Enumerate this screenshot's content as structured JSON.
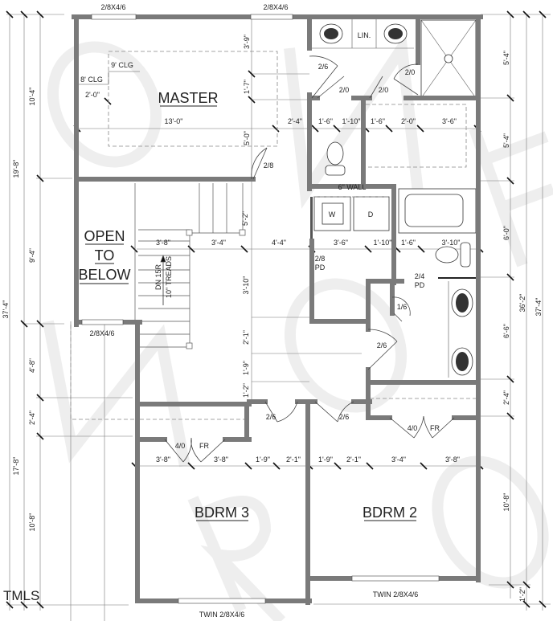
{
  "rooms": {
    "master": "MASTER",
    "open_to_below": [
      "OPEN",
      "TO",
      "BELOW"
    ],
    "bdrm3": "BDRM 3",
    "bdrm2": "BDRM 2",
    "linen": "LIN.",
    "washer": "W",
    "dryer": "D"
  },
  "windows": {
    "master_left": "2/8X4/6",
    "master_right": "2/8X4/6",
    "open_below": "2/8X4/6",
    "bdrm3": "TWIN 2/8X4/6",
    "bdrm2": "TWIN 2/8X4/6"
  },
  "notes": {
    "clg_9": "9' CLG",
    "clg_8": "8' CLG",
    "wall_6": "6\" WALL",
    "stair_dn": "DN 15R",
    "stair_treads": "10\" TREADS",
    "pd": "PD",
    "fr": "FR",
    "logo": "TMLS"
  },
  "doors": {
    "master_entry": "2/8",
    "bath_entry": "2/6",
    "wc": "2/0",
    "closet": "2/0",
    "shower": "2/0",
    "laundry": "2/8",
    "hall_bath": "2/4",
    "linen_hall": "1/6",
    "hall_bath_main": "2/6",
    "bdrm3_door": "2/6",
    "bdrm2_door": "2/6",
    "bdrm3_closet": "4/0",
    "bdrm2_closet": "4/0"
  },
  "dims": {
    "master_2_0": "2'-0\"",
    "master_13_0": "13'-0\"",
    "master_3_9": "3'-9\"",
    "master_1_7": "1'-7\"",
    "master_5_0": "5'-0\"",
    "master_2_4": "2'-4\"",
    "bath_1_6a": "1'-6\"",
    "bath_1_10": "1'-10\"",
    "bath_1_6b": "1'-6\"",
    "bath_2_0": "2'-0\"",
    "bath_3_6": "3'-6\"",
    "right_5_4a": "5'-4\"",
    "right_5_4b": "5'-4\"",
    "right_6_0": "6'-0\"",
    "right_6_6": "6'-6\"",
    "right_36_2": "36'-2\"",
    "right_37_4": "37'-4\"",
    "right_2_4": "2'-4\"",
    "right_10_8": "10'-8\"",
    "right_1_2": "1'-2\"",
    "left_10_4": "10'-4\"",
    "left_19_8": "19'-8\"",
    "left_9_4": "9'-4\"",
    "left_37_4": "37'-4\"",
    "left_4_8": "4'-8\"",
    "left_2_4": "2'-4\"",
    "left_17_8": "17'-8\"",
    "left_10_8": "10'-8\"",
    "laundry_3_6": "3'-6\"",
    "laundry_1_10": "1'-10\"",
    "hb_1_6": "1'-6\"",
    "hb_3_10": "3'-10\"",
    "stair_5_2": "5'-2\"",
    "stair_3_8": "3'-8\"",
    "stair_3_4": "3'-4\"",
    "hall_4_4": "4'-4\"",
    "hall_3_10": "3'-10\"",
    "hall_2_1": "2'-1\"",
    "hall_1_9": "1'-9\"",
    "hall_1_2": "1'-2\"",
    "b3_3_8a": "3'-8\"",
    "b3_3_8b": "3'-8\"",
    "b3_1_9": "1'-9\"",
    "b3_2_1": "2'-1\"",
    "b2_1_9": "1'-9\"",
    "b2_2_1": "2'-1\"",
    "b2_3_4": "3'-4\"",
    "b2_3_8": "3'-8\""
  }
}
